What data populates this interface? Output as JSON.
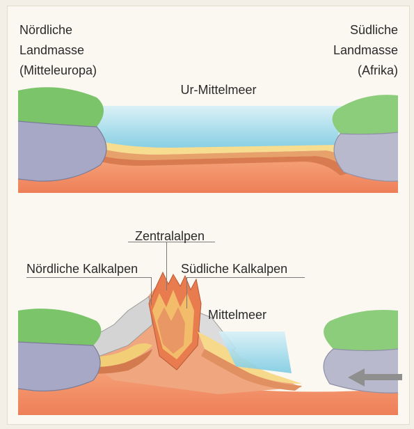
{
  "top_panel": {
    "north_landmass": [
      "Nördliche",
      "Landmasse",
      "(Mitteleuropa)"
    ],
    "south_landmass": [
      "Südliche",
      "Landmasse",
      "(Afrika)"
    ],
    "sea_label": "Ur-Mittelmeer"
  },
  "bottom_panel": {
    "central_label": "Zentralalpen",
    "north_limestone_label": "Nördliche Kalkalpen",
    "south_limestone_label": "Südliche Kalkalpen",
    "sea_label": "Mittelmeer",
    "arrow_icon": "arrow-left-icon"
  },
  "colors": {
    "mantle": "#f08a5d",
    "crust_north": "#a8a9c4",
    "vegetation": "#7fc56b",
    "sea": "#8fd3e8",
    "sediment_yellow": "#f3d27a",
    "sediment_orange": "#e8945a",
    "rock_gray": "#c9c9c9"
  }
}
